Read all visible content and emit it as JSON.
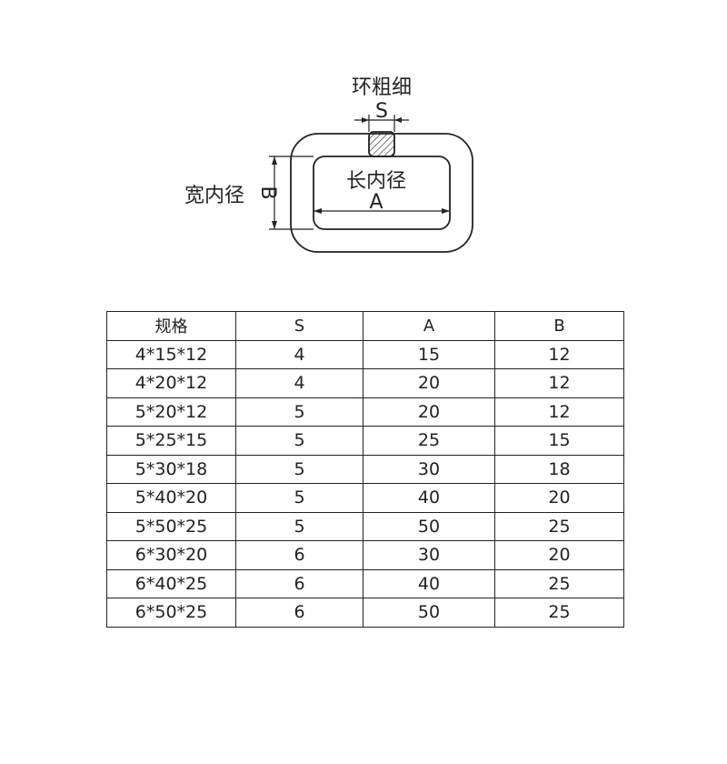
{
  "diagram": {
    "thickness_label": "环粗细",
    "thickness_symbol": "S",
    "width_label": "宽内径",
    "width_symbol": "B",
    "length_label": "长内径",
    "length_symbol": "A"
  },
  "table": {
    "headers": [
      "规格",
      "S",
      "A",
      "B"
    ],
    "rows": [
      [
        "4*15*12",
        "4",
        "15",
        "12"
      ],
      [
        "4*20*12",
        "4",
        "20",
        "12"
      ],
      [
        "5*20*12",
        "5",
        "20",
        "12"
      ],
      [
        "5*25*15",
        "5",
        "25",
        "15"
      ],
      [
        "5*30*18",
        "5",
        "30",
        "18"
      ],
      [
        "5*40*20",
        "5",
        "40",
        "20"
      ],
      [
        "5*50*25",
        "5",
        "50",
        "25"
      ],
      [
        "6*30*20",
        "6",
        "30",
        "20"
      ],
      [
        "6*40*25",
        "6",
        "40",
        "25"
      ],
      [
        "6*50*25",
        "6",
        "50",
        "25"
      ]
    ]
  }
}
